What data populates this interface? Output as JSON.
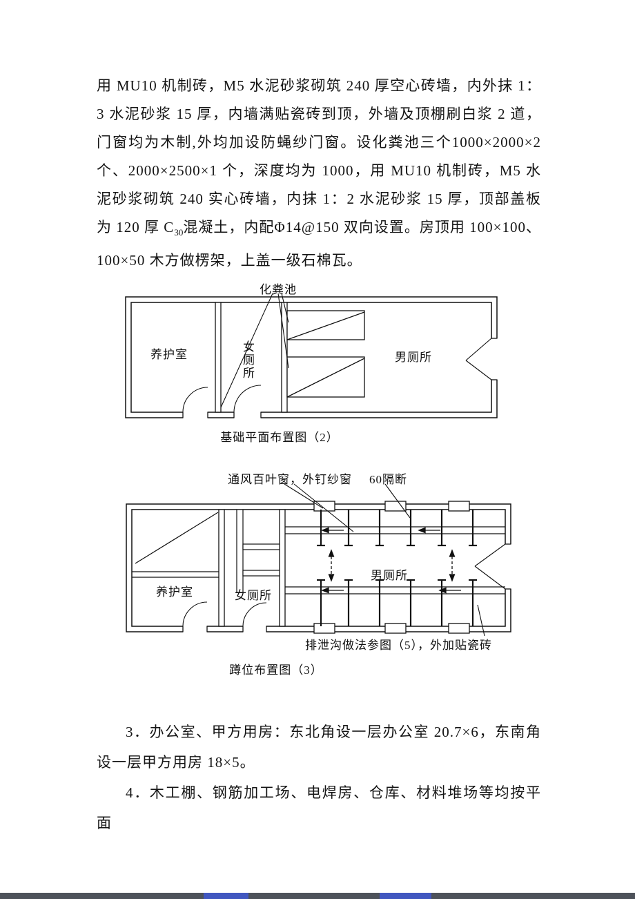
{
  "text": {
    "para1_part1": "用 MU10 机制砖，M5 水泥砂浆砌筑 240 厚空心砖墙，内外抹 1：3 水泥砂浆 15 厚，内墙满贴瓷砖到顶，外墙及顶棚刷白浆 2 道，门窗均为木制,外均加设防蝇纱门窗。设化粪池三个1000×2000×2 个、2000×2500×1 个，深度均为 1000，用 MU10 机制砖，M5 水泥砂浆砌筑 240 实心砖墙，内抹 1：2 水泥砂浆 15 厚，顶部盖板为 120 厚 C",
    "para1_sub": "30",
    "para1_part2": "混凝土，内配Φ14@150 双向设置。房顶用 100×100、100×50 木方做楞架，上盖一级石棉瓦。",
    "para3": "3．办公室、甲方用房：东北角设一层办公室 20.7×6，东南角设一层甲方用房 18×5。",
    "para4": "4．木工棚、钢筋加工场、电焊房、仓库、材料堆场等均按平面"
  },
  "diagram1": {
    "caption": "基础平面布置图（2）",
    "labels": {
      "septic_tank": "化粪池",
      "curing_room": "养护室",
      "womens_toilet": "女厕所",
      "mens_toilet": "男厕所"
    }
  },
  "diagram2": {
    "caption": "蹲位布置图（3）",
    "labels": {
      "louver_window": "通风百叶窗，外钉纱窗",
      "partition": "60隔断",
      "curing_room": "养护室",
      "womens_toilet": "女厕所",
      "mens_toilet": "男厕所",
      "drain_note": "排泄沟做法参图（5），外加贴瓷砖"
    }
  },
  "bottom_strip": {
    "base_color": "#4d525a",
    "accent_color": "#4157c0"
  }
}
